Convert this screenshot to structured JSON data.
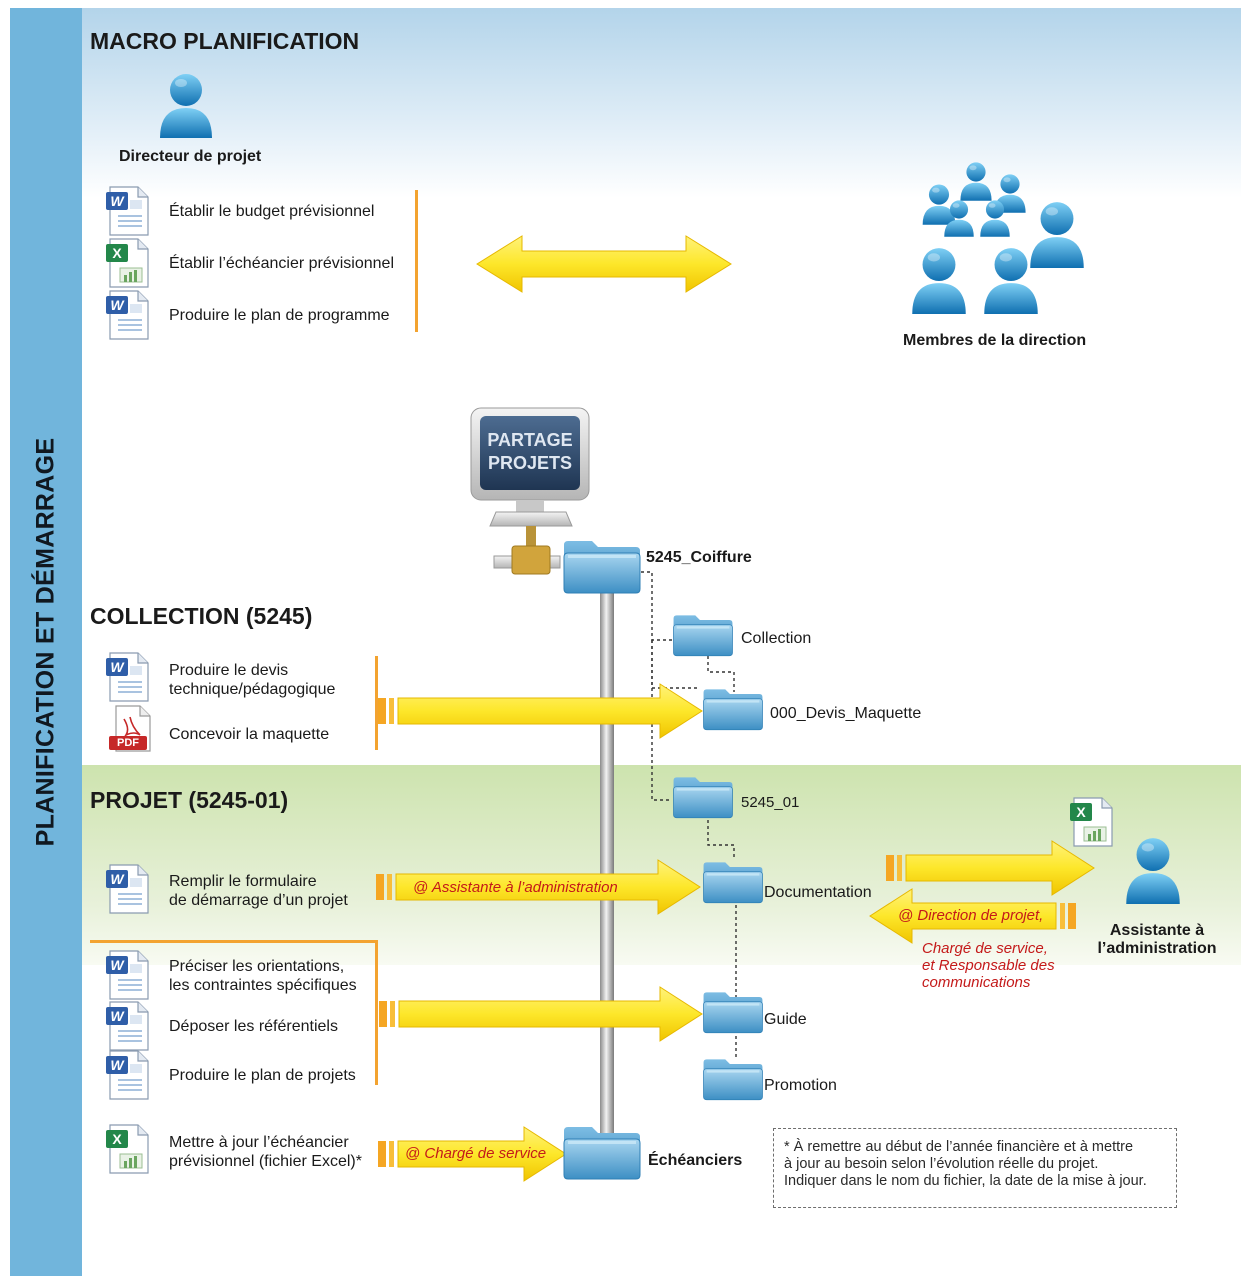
{
  "side_title": "PLANIFICATION ET DÉMARRAGE",
  "macro": {
    "title": "MACRO PLANIFICATION",
    "director_label": "Directeur de projet",
    "tasks": [
      {
        "icon": "word-doc",
        "label": "Établir le budget prévisionnel"
      },
      {
        "icon": "excel-doc",
        "label": "Établir l’échéancier prévisionnel"
      },
      {
        "icon": "word-doc",
        "label": "Produire le plan de programme"
      }
    ],
    "members_label": "Membres de la direction"
  },
  "server": {
    "screen_line1": "PARTAGE",
    "screen_line2": "PROJETS"
  },
  "folders": {
    "root": "5245_Coiffure",
    "collection": "Collection",
    "devis": "000_Devis_Maquette",
    "projet": "5245_01",
    "documentation": "Documentation",
    "guide": "Guide",
    "promotion": "Promotion",
    "echeanciers": "Échéanciers"
  },
  "collection": {
    "title": "COLLECTION (5245)",
    "task1_line1": "Produire le devis",
    "task1_line2": "technique/pédagogique",
    "task2": "Concevoir la maquette",
    "pdf_text": "PDF"
  },
  "projet": {
    "title": "PROJET (5245-01)",
    "form_line1": "Remplir le formulaire",
    "form_line2": "de démarrage d’un projet",
    "form_role": "@ Assistante à l’administration",
    "return_role": "@ Direction de projet,",
    "return_role_more1": "Chargé de service,",
    "return_role_more2": "et Responsable des",
    "return_role_more3": "communications",
    "assistant_line1": "Assistante à",
    "assistant_line2": "l’administration",
    "guide_task1_line1": "Préciser les orientations,",
    "guide_task1_line2": "les contraintes spécifiques",
    "guide_task2": "Déposer les référentiels",
    "guide_task3": "Produire le plan de projets",
    "ech_task_line1": "Mettre à jour l’échéancier",
    "ech_task_line2": "prévisionnel (fichier Excel)*",
    "ech_role": "@ Chargé de service"
  },
  "note": {
    "line1": "* À remettre au début de l’année financière et à mettre",
    "line2": "à jour au besoin selon l’évolution réelle du projet.",
    "line3": "Indiquer dans le nom du fichier, la date de la mise à jour."
  },
  "colors": {
    "side_bar": "#71b5dc",
    "arrow_yellow": "#fde72a",
    "arrow_orange": "#f5a623",
    "role_red": "#c41a1a",
    "folder_blue": "#5fa8d3",
    "bracket_orange": "#f3a330"
  }
}
